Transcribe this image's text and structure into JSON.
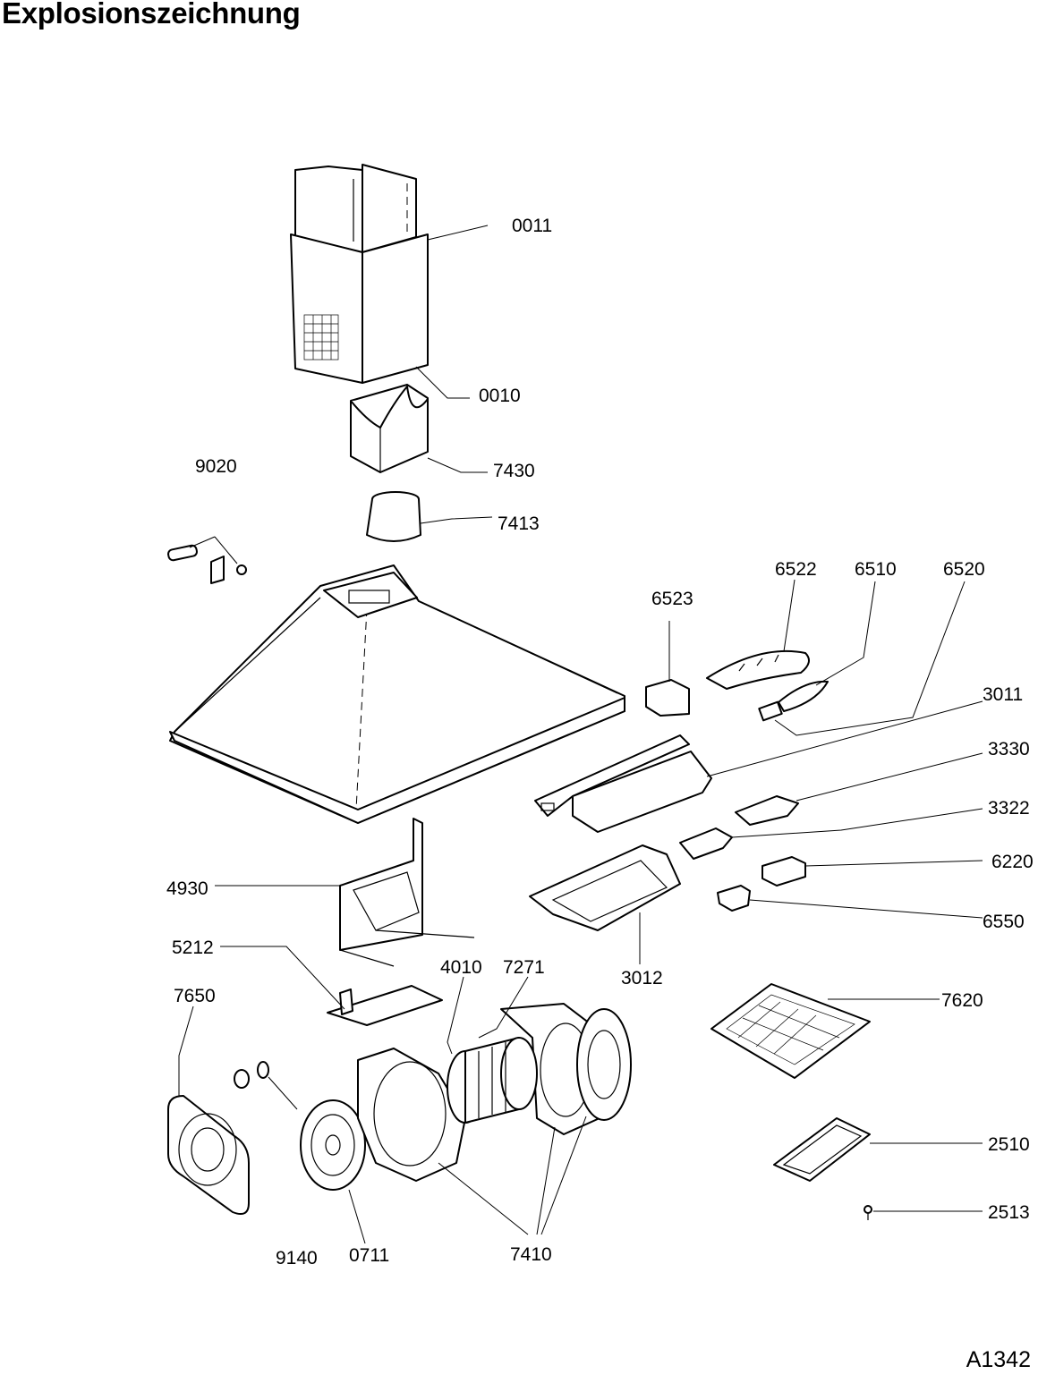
{
  "title": "Explosionszeichnung",
  "drawing_code": "A1342",
  "parts": [
    {
      "id": "chimney-upper",
      "label": "0011"
    },
    {
      "id": "chimney-lower",
      "label": "0010"
    },
    {
      "id": "duct-adapter",
      "label": "7430"
    },
    {
      "id": "duct-reducer",
      "label": "7413"
    },
    {
      "id": "mounting-kit",
      "label": "9020"
    },
    {
      "id": "lamp-holder",
      "label": "6523"
    },
    {
      "id": "lamp-cover",
      "label": "6522"
    },
    {
      "id": "lamp-bulb",
      "label": "6510"
    },
    {
      "id": "lamp-socket",
      "label": "6520"
    },
    {
      "id": "control-housing",
      "label": "3011"
    },
    {
      "id": "control-cover",
      "label": "3330"
    },
    {
      "id": "switch-panel",
      "label": "3322"
    },
    {
      "id": "switch",
      "label": "6220"
    },
    {
      "id": "light-switch",
      "label": "6550"
    },
    {
      "id": "control-base",
      "label": "3012"
    },
    {
      "id": "motor-bracket",
      "label": "4930"
    },
    {
      "id": "capacitor-plate",
      "label": "5212"
    },
    {
      "id": "motor",
      "label": "4010"
    },
    {
      "id": "fan-wheel",
      "label": "7271"
    },
    {
      "id": "outlet-flange",
      "label": "7650"
    },
    {
      "id": "grease-filter",
      "label": "7620"
    },
    {
      "id": "carbon-filter",
      "label": "2510"
    },
    {
      "id": "filter-screw",
      "label": "2513"
    },
    {
      "id": "blower-housing",
      "label": "7410"
    },
    {
      "id": "grommets",
      "label": "9140"
    },
    {
      "id": "inlet-grille",
      "label": "0711"
    }
  ]
}
